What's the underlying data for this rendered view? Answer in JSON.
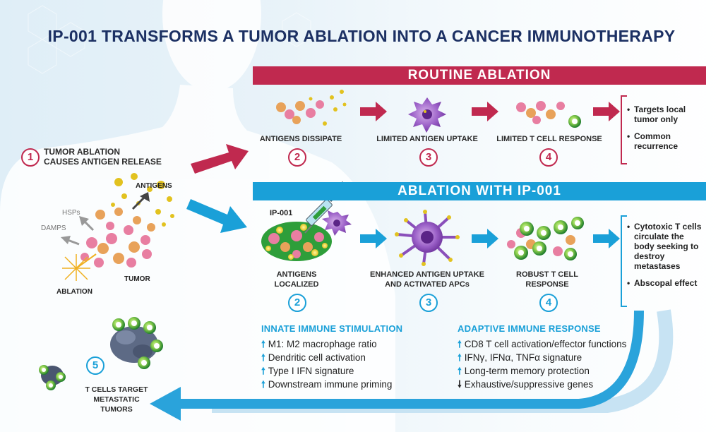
{
  "title": "IP-001 TRANSFORMS A TUMOR ABLATION INTO A CANCER IMMUNOTHERAPY",
  "routine": {
    "banner": "ROUTINE ABLATION",
    "steps": [
      {
        "label": "ANTIGENS DISSIPATE",
        "num": "2"
      },
      {
        "label": "LIMITED ANTIGEN UPTAKE",
        "num": "3"
      },
      {
        "label": "LIMITED T CELL RESPONSE",
        "num": "4"
      }
    ],
    "outcomes": [
      "Targets local tumor only",
      "Common recurrence"
    ]
  },
  "ip001": {
    "banner": "ABLATION WITH IP-001",
    "drug_label": "IP-001",
    "steps": [
      {
        "label_line1": "ANTIGENS",
        "label_line2": "LOCALIZED",
        "num": "2"
      },
      {
        "label_line1": "ENHANCED ANTIGEN UPTAKE",
        "label_line2": "AND ACTIVATED APCs",
        "num": "3"
      },
      {
        "label_line1": "ROBUST  T CELL",
        "label_line2": "RESPONSE",
        "num": "4"
      }
    ],
    "outcomes": [
      "Cytotoxic T cells circulate the body seeking to destroy metastases",
      "Abscopal effect"
    ]
  },
  "left": {
    "step1_num": "1",
    "step1_line1": "TUMOR ABLATION",
    "step1_line2": "CAUSES ANTIGEN RELEASE",
    "antigens": "ANTIGENS",
    "hsps": "HSPs",
    "damps": "DAMPS",
    "tumor": "TUMOR",
    "ablation": "ABLATION",
    "step5_num": "5",
    "step5_line1": "T CELLS TARGET",
    "step5_line2": "METASTATIC",
    "step5_line3": "TUMORS"
  },
  "innate": {
    "heading": "INNATE IMMUNE STIMULATION",
    "items": [
      {
        "dir": "up",
        "text": "M1: M2 macrophage ratio"
      },
      {
        "dir": "up",
        "text": "Dendritic cell activation"
      },
      {
        "dir": "up",
        "text": "Type I IFN signature"
      },
      {
        "dir": "up",
        "text": "Downstream immune priming"
      }
    ]
  },
  "adaptive": {
    "heading": "ADAPTIVE IMMUNE RESPONSE",
    "items": [
      {
        "dir": "up",
        "text": "CD8 T cell activation/effector functions"
      },
      {
        "dir": "up",
        "text": "IFNγ, IFNα, TNFα signature"
      },
      {
        "dir": "up",
        "text": "Long-term memory protection"
      },
      {
        "dir": "down",
        "text": "Exhaustive/suppressive genes"
      }
    ]
  },
  "colors": {
    "navy": "#1c3063",
    "crimson": "#c0294f",
    "cyan": "#1aa0d8",
    "purple": "#7b3fa6",
    "green": "#2e9e3a",
    "tumor_pink": "#e87ea1",
    "tumor_orange": "#e8a25a"
  }
}
